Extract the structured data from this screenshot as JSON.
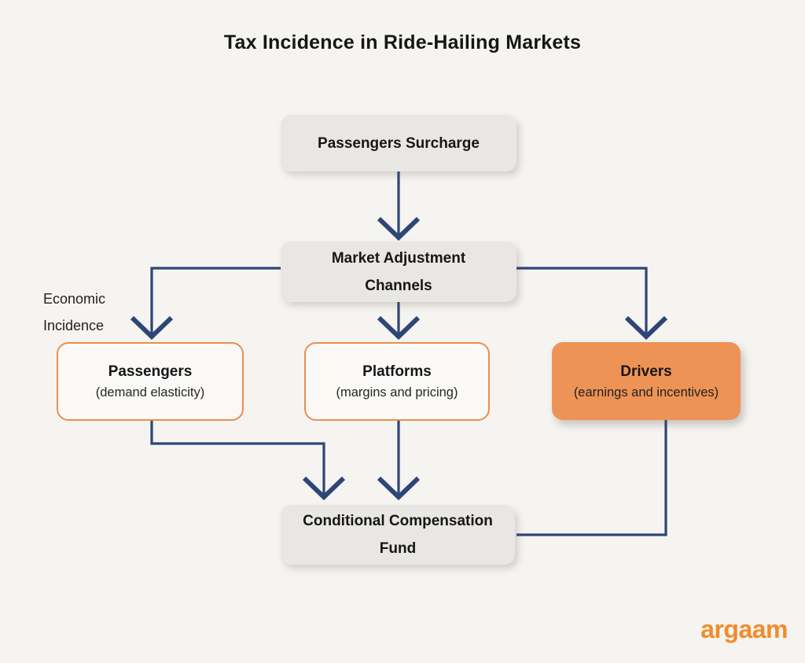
{
  "title": "Tax Incidence in Ride-Hailing Markets",
  "annotation": {
    "economic_incidence": [
      "Economic",
      "Incidence"
    ]
  },
  "nodes": {
    "passengers_surcharge": {
      "label": "Passengers Surcharge"
    },
    "market_adjustment_channels": {
      "label": "Market Adjustment Channels"
    },
    "passengers": {
      "label": "Passengers",
      "sublabel": "(demand elasticity)"
    },
    "platforms": {
      "label": "Platforms",
      "sublabel": "(margins and pricing)"
    },
    "drivers": {
      "label": "Drivers",
      "sublabel": "(earnings and incentives)"
    },
    "conditional_compensation_fund": {
      "label": "Conditional Compensation Fund"
    }
  },
  "edges": [
    {
      "from": "passengers_surcharge",
      "to": "market_adjustment_channels",
      "arrow": true
    },
    {
      "from": "market_adjustment_channels",
      "to": "passengers",
      "arrow": true
    },
    {
      "from": "market_adjustment_channels",
      "to": "platforms",
      "arrow": true
    },
    {
      "from": "market_adjustment_channels",
      "to": "drivers",
      "arrow": true
    },
    {
      "from": "passengers",
      "to": "conditional_compensation_fund",
      "arrow": true
    },
    {
      "from": "platforms",
      "to": "conditional_compensation_fund",
      "arrow": true
    },
    {
      "from": "drivers",
      "to": "conditional_compensation_fund",
      "arrow": false
    }
  ],
  "logo": {
    "text": "argaam"
  },
  "colors": {
    "background": "#f6f4f1",
    "box_gray": "#e9e7e4",
    "arrow_navy": "#2d4677",
    "orange_fill": "#ee9356",
    "orange_border": "#e78f4f",
    "logo_orange": "#f08c2e",
    "text_dark": "#1a1a1a"
  }
}
